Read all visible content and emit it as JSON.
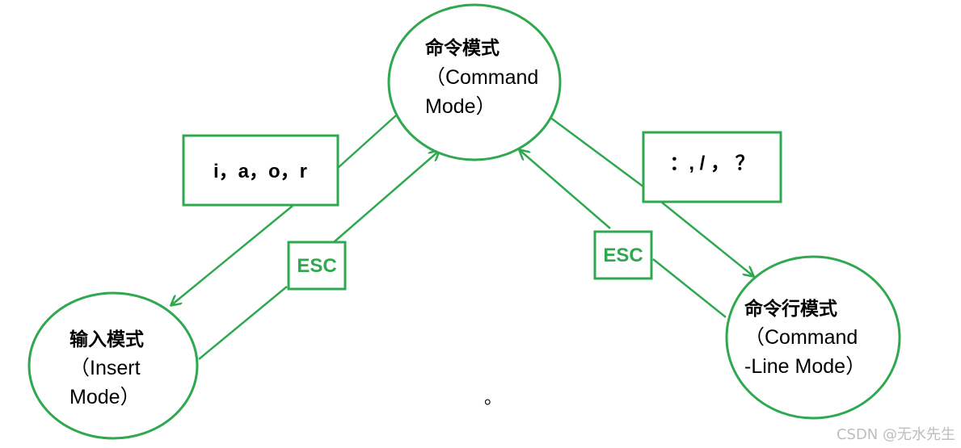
{
  "nodes": {
    "command": {
      "title": "命令模式",
      "line2": "（Command",
      "line3": "Mode）"
    },
    "insert": {
      "title": "输入模式",
      "line2": "（Insert",
      "line3": "Mode）"
    },
    "cmdline": {
      "title": "命令行模式",
      "line2": "（Command",
      "line3": "-Line Mode）"
    }
  },
  "edges": {
    "to_insert_keys": "i，a，o，r",
    "to_cmdline_keys": "：, / ， ？",
    "insert_esc": "ESC",
    "cmdline_esc": "ESC"
  },
  "stray_mark": "。",
  "watermark": "CSDN @无水先生",
  "colors": {
    "accent": "#2fa84f"
  }
}
